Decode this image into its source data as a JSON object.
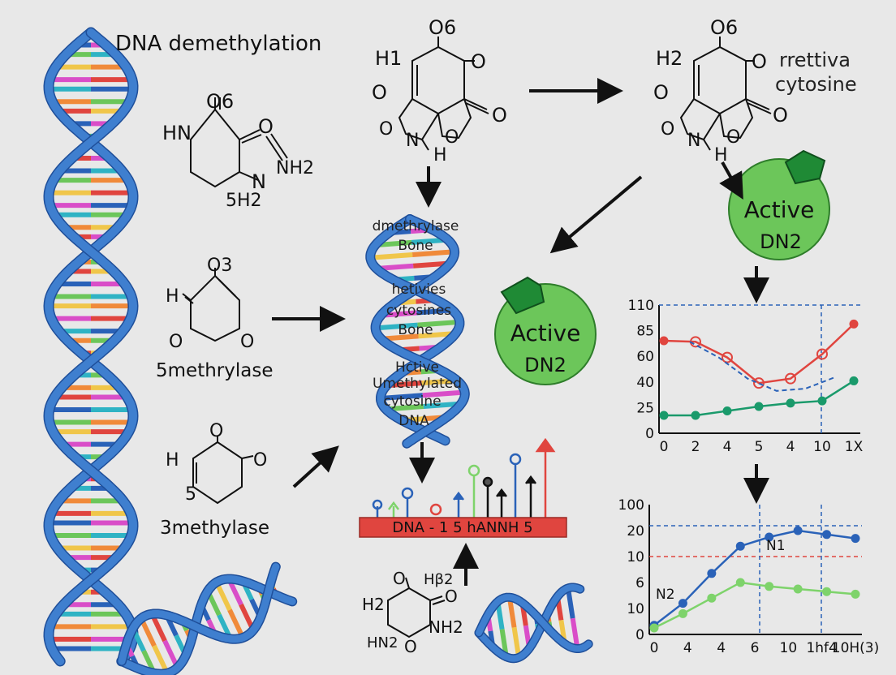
{
  "title": "DNA demethylation",
  "molecule_labels": {
    "m1_top": "O6",
    "m1_left": "HN",
    "m1_right": "O",
    "m1_nh2": "NH2",
    "m1_n": "N",
    "m1_h2": "5H2",
    "m2_top": "O3",
    "m2_h": "H",
    "m2_o_left": "O",
    "m2_o_right": "O",
    "m2_caption": "5methrylase",
    "m3_top": "O",
    "m3_h": "H",
    "m3_o": "O",
    "m3_five": "5",
    "m3_caption": "3methylase",
    "m4_top": "O6",
    "m4_h": "H1",
    "m4_o1": "O",
    "m4_o2": "O",
    "m4_o3": "O",
    "m4_o4": "O",
    "m4_n": "N",
    "m4_o5": "O",
    "m4_hb": "H",
    "m5_top": "O6",
    "m5_h": "H2",
    "m5_o1": "O",
    "m5_o2": "O",
    "m5_o3": "O",
    "m5_o4": "O",
    "m5_n": "N",
    "m5_o5": "O",
    "m5_hb": "H",
    "m6_o": "O",
    "m6_h": "H2",
    "m6_hr": "Hβ2",
    "m6_o2": "O",
    "m6_hn": "HN2",
    "m6_nh2": "NH2",
    "m6_ring_o": "O"
  },
  "top_right_label": [
    "rrettiva",
    "cytosine"
  ],
  "helix_labels": [
    "dmethrylase",
    "Bone",
    "hetivies",
    "cytosines",
    "Bone",
    "Hctive",
    "Umethylated",
    "cytosine",
    "DNA"
  ],
  "active_circles": [
    {
      "line1": "Active",
      "line2": "DN2"
    },
    {
      "line1": "Active",
      "line2": "DN2"
    }
  ],
  "bar_label": "DNA - 1  5 hANNH 5",
  "chart_data": [
    {
      "type": "line",
      "y_ticks": [
        "110",
        "85",
        "60",
        "40",
        "25",
        "0"
      ],
      "x_ticks": [
        "0",
        "2",
        "4",
        "5",
        "4",
        "10",
        "1X"
      ],
      "series": [
        {
          "color": "#e0453f",
          "values": [
            83,
            82,
            68,
            45,
            49,
            71,
            98
          ]
        },
        {
          "color": "#1a9a6b",
          "values": [
            16,
            16,
            20,
            24,
            27,
            29,
            47
          ]
        }
      ],
      "dashed_curve": [
        82,
        68,
        49,
        38,
        40,
        50
      ],
      "ylim": [
        0,
        115
      ]
    },
    {
      "type": "line",
      "y_ticks": [
        "100",
        "20",
        "10",
        "6",
        "10",
        "0"
      ],
      "x_ticks": [
        "0",
        "4",
        "4",
        "6",
        "10",
        "1hf4",
        "10H(3)"
      ],
      "annotations": [
        "N1",
        "N2"
      ],
      "series": [
        {
          "color": "#2a62b8",
          "values": [
            7,
            24,
            47,
            68,
            75,
            80,
            77,
            74
          ]
        },
        {
          "color": "#7ed36b",
          "values": [
            5,
            16,
            28,
            40,
            37,
            35,
            33,
            31
          ]
        }
      ],
      "ylim": [
        0,
        100
      ]
    }
  ]
}
